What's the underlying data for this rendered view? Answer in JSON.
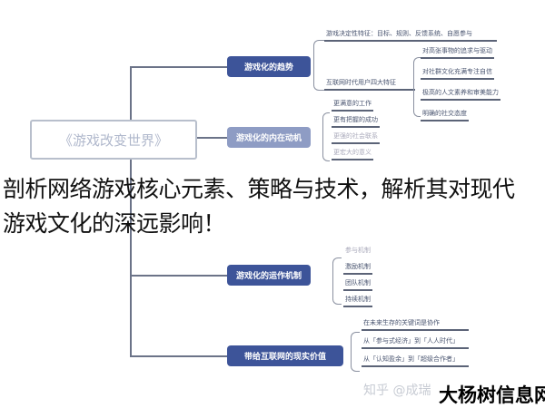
{
  "central": "《游戏改变世界》",
  "branches": [
    {
      "label": "游戏化的趋势",
      "children": [
        "游戏决定性特征：目标、规则、反馈系统、自愿参与",
        "互联网时代用户四大特征"
      ],
      "sub": [
        "对高张事物的追求与驱动",
        "对社群文化充满专注自信",
        "极高的人文素养和审美能力",
        "明确的社交态度"
      ]
    },
    {
      "label": "游戏化的内在动机",
      "children": [
        "更满意的工作",
        "更有把握的成功",
        "更强的社会联系",
        "更宏大的意义"
      ]
    },
    {
      "label": "游戏化的运作机制",
      "children": [
        "参与机制",
        "激励机制",
        "团队机制",
        "持续机制"
      ]
    },
    {
      "label": "带给互联网的现实价值",
      "children": [
        "在未来生存的关键词是协作",
        "从「参与式经济」到「人人时代」",
        "从「认知盈余」到「超级合作者」"
      ]
    }
  ],
  "headline": [
    "剖析网络游戏核心元素、策略与技术，解析其对现代",
    "游戏文化的深远影响！"
  ],
  "watermarks": {
    "zhihu": "知乎 @成瑞",
    "site": "大杨树信息网"
  },
  "colors": {
    "branch": "#3d5499",
    "text": "#111111"
  }
}
